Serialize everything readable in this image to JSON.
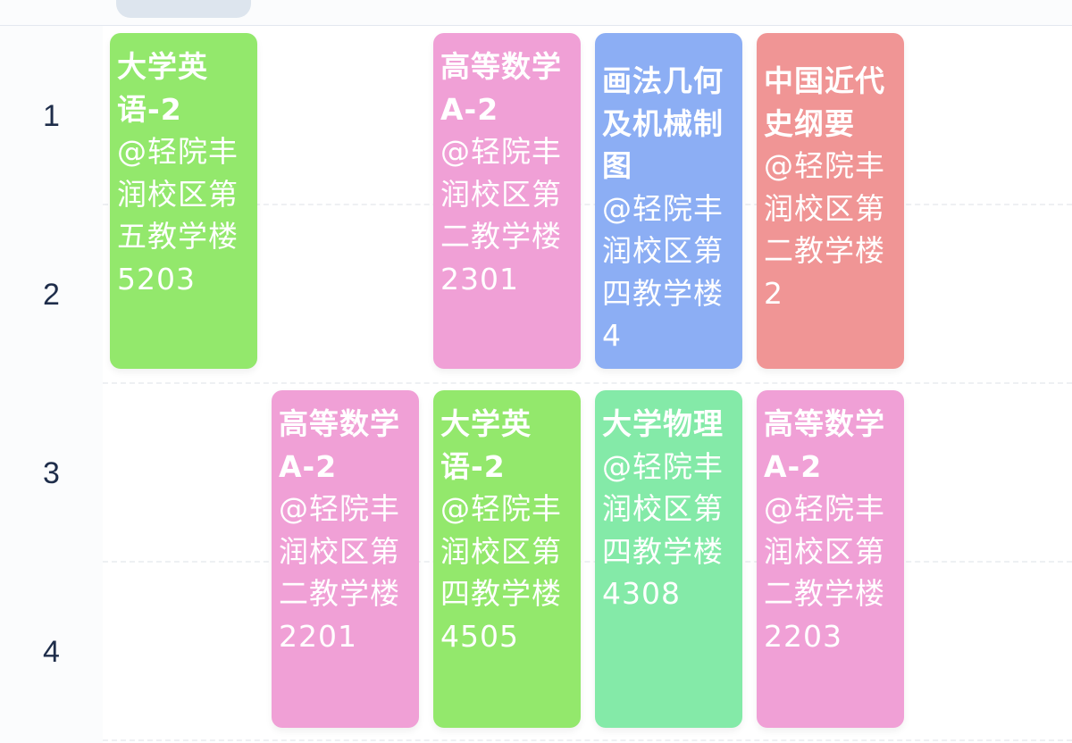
{
  "header": {
    "tab_pill": ""
  },
  "rows": [
    {
      "label": "1"
    },
    {
      "label": "2"
    },
    {
      "label": "3"
    },
    {
      "label": "4"
    }
  ],
  "colors": {
    "green": "#93e86c",
    "pink": "#f0a0d6",
    "blue": "#8caef4",
    "red": "#f09595",
    "mint": "#84eaa8",
    "row_label": "#1e2d4a"
  },
  "courses": [
    {
      "name": "大学英语-2",
      "location": "@轻院丰润校区第五教学楼5203",
      "column": 0,
      "row_start": 1,
      "color": "#93e86c"
    },
    {
      "name": "高等数学A-2",
      "location": "@轻院丰润校区第二教学楼2301",
      "column": 2,
      "row_start": 1,
      "color": "#f0a0d6"
    },
    {
      "name": "画法几何及机械制图",
      "location": "@轻院丰润校区第四教学楼4",
      "column": 3,
      "row_start": 1,
      "color": "#8caef4"
    },
    {
      "name": "中国近代史纲要",
      "location": "@轻院丰润校区第二教学楼2",
      "column": 4,
      "row_start": 1,
      "color": "#f09595"
    },
    {
      "name": "高等数学A-2",
      "location": "@轻院丰润校区第二教学楼2201",
      "column": 1,
      "row_start": 3,
      "color": "#f0a0d6"
    },
    {
      "name": "大学英语-2",
      "location": "@轻院丰润校区第四教学楼4505",
      "column": 2,
      "row_start": 3,
      "color": "#93e86c"
    },
    {
      "name": "大学物理",
      "location": "@轻院丰润校区第四教学楼4308",
      "column": 3,
      "row_start": 3,
      "color": "#84eaa8"
    },
    {
      "name": "高等数学A-2",
      "location": "@轻院丰润校区第二教学楼2203",
      "column": 4,
      "row_start": 3,
      "color": "#f0a0d6"
    }
  ]
}
